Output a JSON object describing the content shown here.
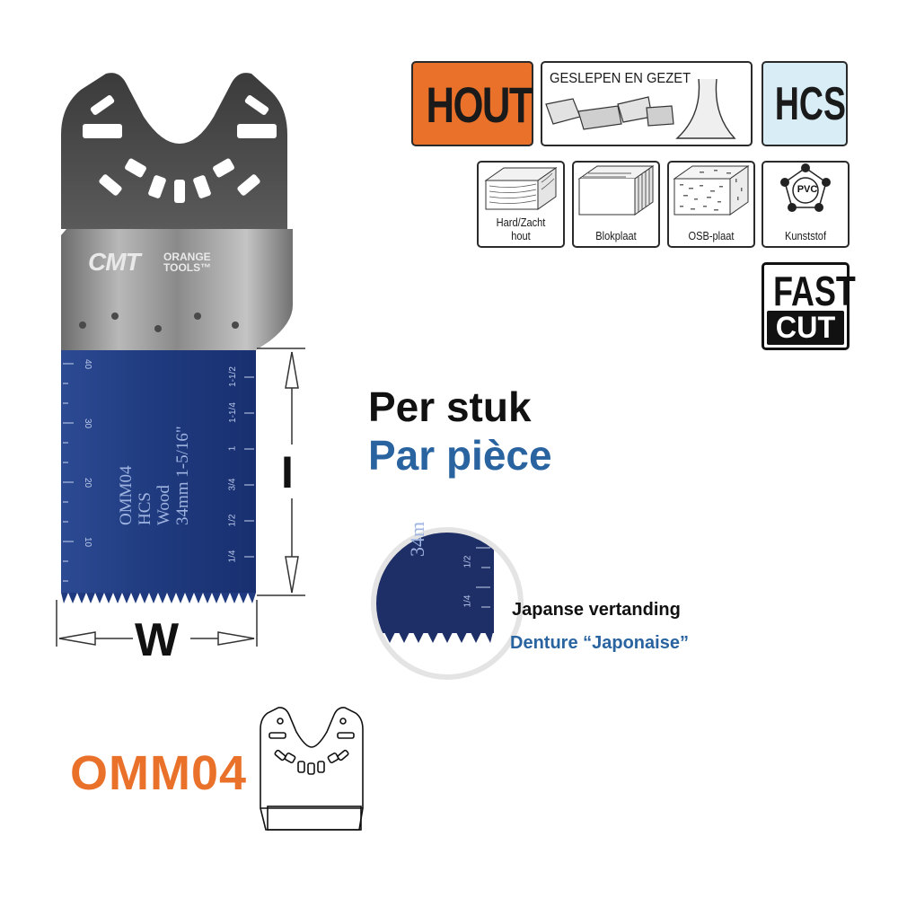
{
  "product": {
    "model": "OMM04",
    "blade_brand": "CMT",
    "blade_brand_sub": [
      "ORANGE",
      "TOOLS™"
    ],
    "blade_print": [
      "OMM04",
      "HCS",
      "Wood",
      "34mm 1-5/16\""
    ],
    "metric_ticks": [
      "40",
      "30",
      "20",
      "10"
    ],
    "inch_ticks": [
      "1-1/2",
      "1-1/4",
      "1",
      "3/4",
      "1/2",
      "1/4"
    ],
    "dimension_height": "I",
    "dimension_width": "W"
  },
  "badges": {
    "material": "HOUT",
    "grind": "GESLEPEN EN GEZET",
    "steel": "HCS",
    "fast": "FAST",
    "cut": "CUT",
    "pvc": "PVC"
  },
  "materials": [
    {
      "line1": "Hard/Zacht",
      "line2": "hout"
    },
    {
      "line1": "Blokplaat",
      "line2": ""
    },
    {
      "line1": "OSB-plaat",
      "line2": ""
    },
    {
      "line1": "Kunststof",
      "line2": ""
    }
  ],
  "pricing": {
    "unit_nl": "Per stuk",
    "unit_fr": "Par pièce"
  },
  "teeth": {
    "label_nl": "Japanse vertanding",
    "label_fr": "Denture “Japonaise”",
    "zoom_print": "34m",
    "zoom_ticks": [
      "1/2",
      "1/4"
    ]
  },
  "colors": {
    "orange": "#e9712a",
    "blue_text": "#2a64a0",
    "blade_blue": "#1f3f86",
    "steel": "#9a9a9a",
    "hcs_bg": "#d9edf6"
  }
}
